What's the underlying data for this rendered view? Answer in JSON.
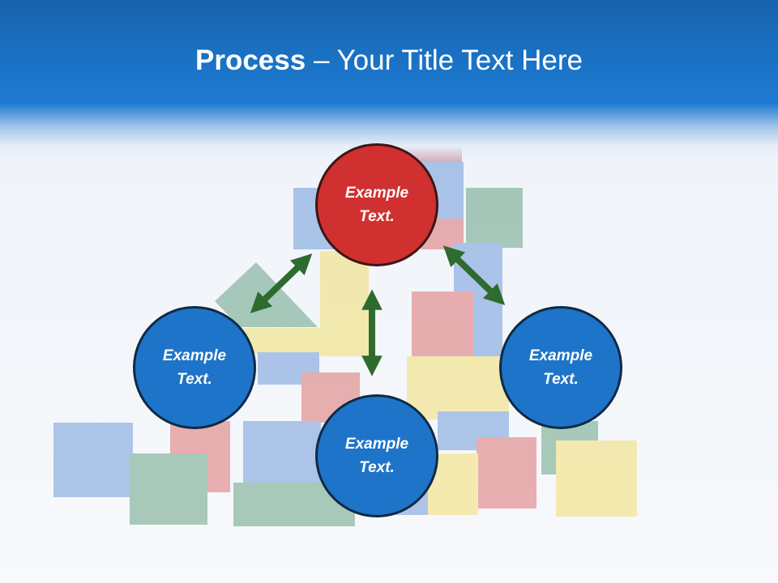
{
  "title": {
    "bold": "Process",
    "rest": " – Your Title Text Here"
  },
  "nodes": {
    "top": "Example Text.",
    "left": "Example Text.",
    "right": "Example Text.",
    "bottom": "Example Text."
  },
  "colors": {
    "header": "#1a73c6",
    "node_blue": "#1e74c8",
    "node_red": "#d13030",
    "arrow": "#2e6b2e"
  },
  "arrows": [
    {
      "from": "top",
      "to": "left",
      "style": "double-headed"
    },
    {
      "from": "top",
      "to": "right",
      "style": "double-headed"
    },
    {
      "from": "top",
      "to": "bottom",
      "style": "double-headed"
    }
  ]
}
